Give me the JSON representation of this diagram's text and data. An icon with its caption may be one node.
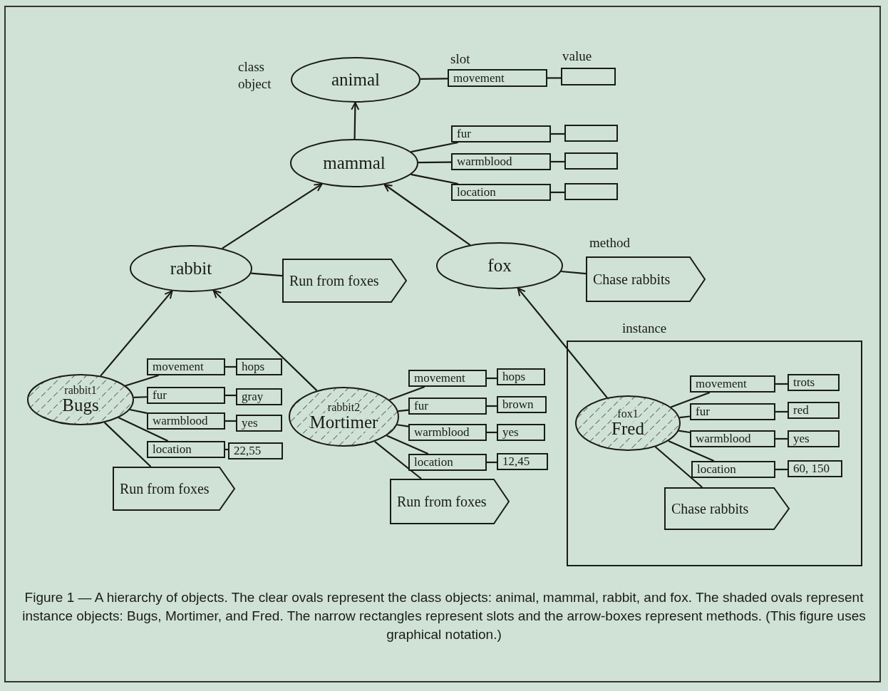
{
  "diagram": {
    "caption": "Figure 1 — A hierarchy of objects. The clear ovals represent the class objects: animal, mammal, rabbit, and fox. The shaded ovals represent instance objects: Bugs, Mortimer, and Fred. The narrow rectangles represent slots and the arrow-boxes represent methods. (This figure uses graphical notation.)",
    "nodes": [
      {
        "text": [
          "animal"
        ],
        "beside": [
          "class object"
        ]
      },
      {
        "text": [
          "movement"
        ]
      },
      {
        "text": [],
        "shape": "box"
      },
      {
        "text": [
          "mammal"
        ]
      },
      {
        "text": [
          "fur"
        ]
      },
      {
        "text": [],
        "shape": "box"
      },
      {
        "text": [
          "warmblood"
        ]
      },
      {
        "text": [],
        "shape": "box"
      },
      {
        "text": [
          "location"
        ]
      },
      {
        "text": [],
        "shape": "box"
      },
      {
        "text": [
          "rabbit"
        ]
      },
      {
        "text": [
          "Run from foxes"
        ]
      },
      {
        "text": [
          "fox"
        ]
      },
      {
        "text": [
          "Chase rabbits"
        ]
      },
      {
        "text": [
          "instance"
        ]
      },
      {
        "text": [
          "rabbit1",
          "Bugs"
        ]
      },
      {
        "text": [
          "movement"
        ]
      },
      {
        "text": [
          "hops"
        ]
      },
      {
        "text": [
          "fur"
        ]
      },
      {
        "text": [
          "gray"
        ]
      },
      {
        "text": [
          "warmblood"
        ]
      },
      {
        "text": [
          "yes"
        ]
      },
      {
        "text": [
          "location"
        ]
      },
      {
        "text": [
          "22,55"
        ]
      },
      {
        "text": [
          "Run from foxes"
        ]
      },
      {
        "text": [
          "rabbit2",
          "Mortimer"
        ]
      },
      {
        "text": [
          "movement"
        ]
      },
      {
        "text": [
          "hops"
        ]
      },
      {
        "text": [
          "fur"
        ]
      },
      {
        "text": [
          "brown"
        ]
      },
      {
        "text": [
          "warmblood"
        ]
      },
      {
        "text": [
          "yes"
        ]
      },
      {
        "text": [
          "location"
        ]
      },
      {
        "text": [
          "12,45"
        ]
      },
      {
        "text": [
          "Run from foxes"
        ]
      },
      {
        "text": [
          "fox1",
          "Fred"
        ],
        "in": 14
      },
      {
        "text": [
          "movement"
        ],
        "in": 14
      },
      {
        "text": [
          "trots"
        ],
        "in": 14
      },
      {
        "text": [
          "fur"
        ],
        "in": 14
      },
      {
        "text": [
          "red"
        ],
        "in": 14
      },
      {
        "text": [
          "warmblood"
        ],
        "in": 14
      },
      {
        "text": [
          "yes"
        ],
        "in": 14
      },
      {
        "text": [
          "location"
        ],
        "in": 14
      },
      {
        "text": [
          "60, 150"
        ],
        "in": 14
      },
      {
        "text": [
          "Chase rabbits"
        ],
        "in": 14
      }
    ],
    "edges": [
      {
        "from": 3,
        "to": 0,
        "arrow": "to"
      },
      {
        "from": 0,
        "to": 1,
        "arrow": "none"
      },
      {
        "from": 1,
        "to": 2,
        "arrow": "none"
      },
      {
        "from": 3,
        "to": 4,
        "arrow": "none"
      },
      {
        "from": 4,
        "to": 5,
        "arrow": "none"
      },
      {
        "from": 3,
        "to": 6,
        "arrow": "none"
      },
      {
        "from": 6,
        "to": 7,
        "arrow": "none"
      },
      {
        "from": 3,
        "to": 8,
        "arrow": "none"
      },
      {
        "from": 8,
        "to": 9,
        "arrow": "none"
      },
      {
        "from": 10,
        "to": 3,
        "arrow": "to"
      },
      {
        "from": 12,
        "to": 3,
        "arrow": "to"
      },
      {
        "from": 10,
        "to": 11,
        "arrow": "none"
      },
      {
        "from": 12,
        "to": 13,
        "arrow": "none"
      },
      {
        "from": 15,
        "to": 10,
        "arrow": "to"
      },
      {
        "from": 25,
        "to": 10,
        "arrow": "to"
      },
      {
        "from": 35,
        "to": 12,
        "arrow": "to"
      },
      {
        "from": 15,
        "to": 16,
        "arrow": "none"
      },
      {
        "from": 16,
        "to": 17,
        "arrow": "none"
      },
      {
        "from": 15,
        "to": 18,
        "arrow": "none"
      },
      {
        "from": 18,
        "to": 19,
        "arrow": "none"
      },
      {
        "from": 15,
        "to": 20,
        "arrow": "none"
      },
      {
        "from": 20,
        "to": 21,
        "arrow": "none"
      },
      {
        "from": 15,
        "to": 22,
        "arrow": "none"
      },
      {
        "from": 22,
        "to": 23,
        "arrow": "none"
      },
      {
        "from": 15,
        "to": 24,
        "arrow": "none"
      },
      {
        "from": 25,
        "to": 26,
        "arrow": "none"
      },
      {
        "from": 26,
        "to": 27,
        "arrow": "none"
      },
      {
        "from": 25,
        "to": 28,
        "arrow": "none"
      },
      {
        "from": 28,
        "to": 29,
        "arrow": "none"
      },
      {
        "from": 25,
        "to": 30,
        "arrow": "none"
      },
      {
        "from": 30,
        "to": 31,
        "arrow": "none"
      },
      {
        "from": 25,
        "to": 32,
        "arrow": "none"
      },
      {
        "from": 32,
        "to": 33,
        "arrow": "none"
      },
      {
        "from": 25,
        "to": 34,
        "arrow": "none"
      },
      {
        "from": 35,
        "to": 36,
        "arrow": "none"
      },
      {
        "from": 36,
        "to": 37,
        "arrow": "none"
      },
      {
        "from": 35,
        "to": 38,
        "arrow": "none"
      },
      {
        "from": 38,
        "to": 39,
        "arrow": "none"
      },
      {
        "from": 35,
        "to": 40,
        "arrow": "none"
      },
      {
        "from": 40,
        "to": 41,
        "arrow": "none"
      },
      {
        "from": 35,
        "to": 42,
        "arrow": "none"
      },
      {
        "from": 42,
        "to": 43,
        "arrow": "none"
      },
      {
        "from": 35,
        "to": 44,
        "arrow": "none"
      }
    ],
    "labels": [
      "slot",
      "value",
      "method"
    ]
  }
}
